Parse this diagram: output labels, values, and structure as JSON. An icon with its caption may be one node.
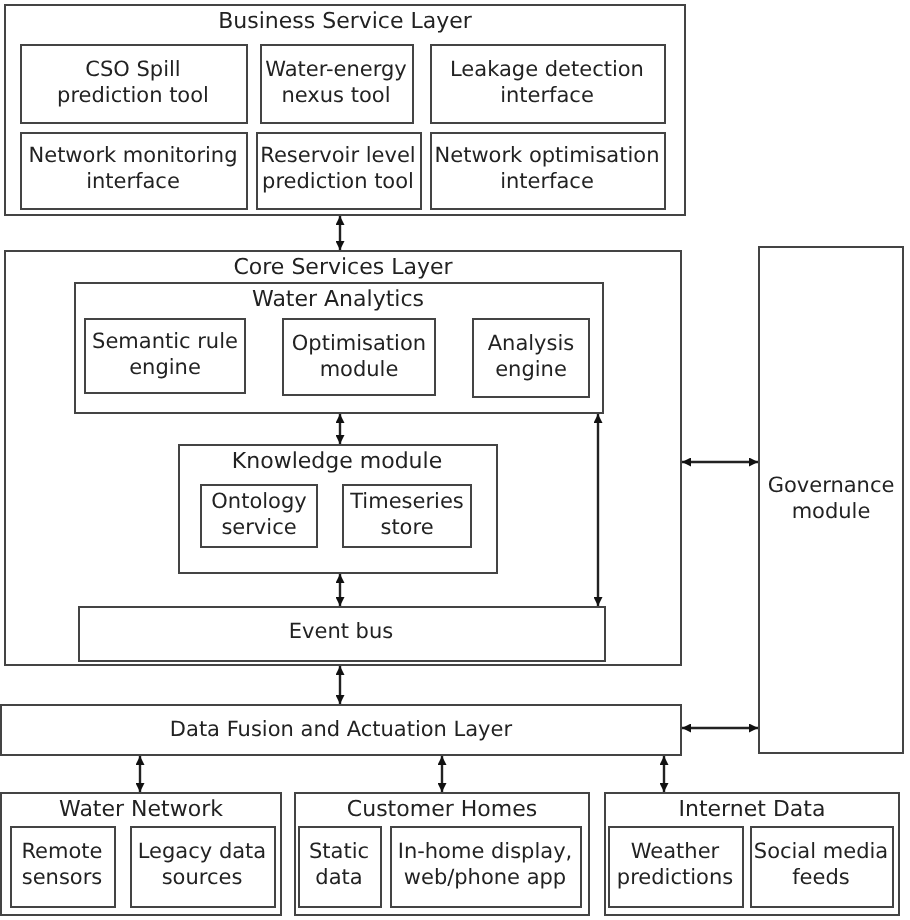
{
  "diagram": {
    "nodes": [
      {
        "text": [
          "Business Service Layer"
        ]
      },
      {
        "text": [
          "CSO Spill prediction tool"
        ],
        "in": 0
      },
      {
        "text": [
          "Water-energy nexus tool"
        ],
        "in": 0
      },
      {
        "text": [
          "Leakage detection interface"
        ],
        "in": 0
      },
      {
        "text": [
          "Network monitoring interface"
        ],
        "in": 0
      },
      {
        "text": [
          "Reservoir level prediction tool"
        ],
        "in": 0
      },
      {
        "text": [
          "Network optimisation interface"
        ],
        "in": 0
      },
      {
        "text": [
          "Core Services Layer"
        ]
      },
      {
        "text": [
          "Water Analytics"
        ],
        "in": 7
      },
      {
        "text": [
          "Semantic rule engine"
        ],
        "in": 8
      },
      {
        "text": [
          "Optimisation module"
        ],
        "in": 8
      },
      {
        "text": [
          "Analysis engine"
        ],
        "in": 8
      },
      {
        "text": [
          "Knowledge module"
        ],
        "in": 7
      },
      {
        "text": [
          "Ontology service"
        ],
        "in": 12
      },
      {
        "text": [
          "Timeseries store"
        ],
        "in": 12
      },
      {
        "text": [
          "Event bus"
        ],
        "in": 7
      },
      {
        "text": [
          "Governance module"
        ]
      },
      {
        "text": [
          "Data Fusion and Actuation Layer"
        ]
      },
      {
        "text": [
          "Water Network"
        ]
      },
      {
        "text": [
          "Remote sensors"
        ],
        "in": 18
      },
      {
        "text": [
          "Legacy data sources"
        ],
        "in": 18
      },
      {
        "text": [
          "Customer Homes"
        ]
      },
      {
        "text": [
          "Static data"
        ],
        "in": 21
      },
      {
        "text": [
          "In-home display, web/phone app"
        ],
        "in": 21
      },
      {
        "text": [
          "Internet Data"
        ]
      },
      {
        "text": [
          "Weather predictions"
        ],
        "in": 24
      },
      {
        "text": [
          "Social media feeds"
        ],
        "in": 24
      }
    ],
    "edges": [
      {
        "from": 0,
        "to": 7,
        "arrow": "both"
      },
      {
        "from": 8,
        "to": 12,
        "arrow": "both"
      },
      {
        "from": 12,
        "to": 15,
        "arrow": "both"
      },
      {
        "from": 8,
        "to": 15,
        "arrow": "both"
      },
      {
        "from": 7,
        "to": 16,
        "arrow": "both"
      },
      {
        "from": 7,
        "to": 17,
        "arrow": "both"
      },
      {
        "from": 17,
        "to": 16,
        "arrow": "both"
      },
      {
        "from": 17,
        "to": 18,
        "arrow": "both"
      },
      {
        "from": 17,
        "to": 21,
        "arrow": "both"
      },
      {
        "from": 17,
        "to": 24,
        "arrow": "both"
      }
    ]
  }
}
